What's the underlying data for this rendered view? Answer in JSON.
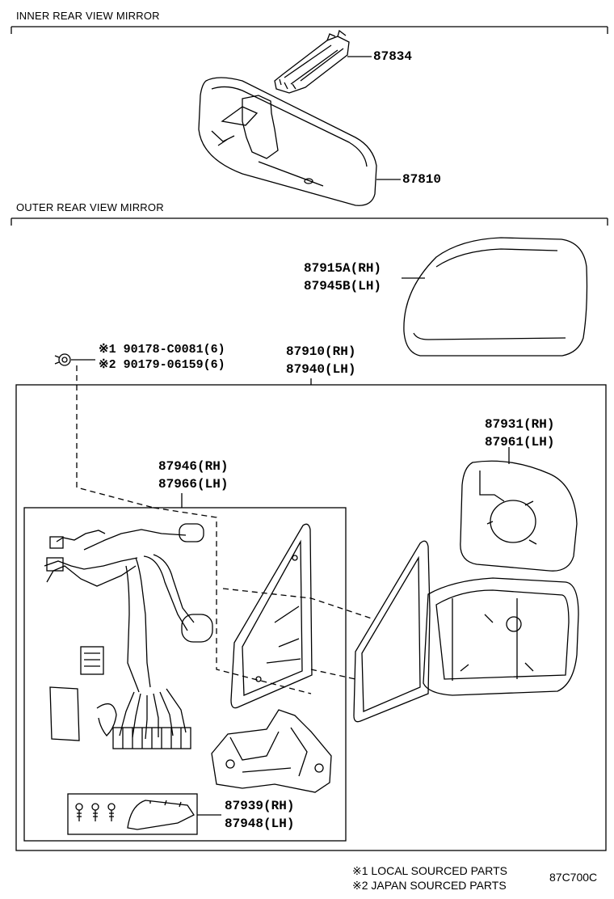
{
  "sections": {
    "inner_title": "INNER REAR VIEW MIRROR",
    "outer_title": "OUTER REAR VIEW MIRROR"
  },
  "parts": {
    "p87834": "87834",
    "p87810": "87810",
    "cover_rh": "87915A(RH)",
    "cover_lh": "87945B(LH)",
    "screw_1": "※1 90178-C0081(6)",
    "screw_2": "※2 90179-06159(6)",
    "assy_rh": "87910(RH)",
    "assy_lh": "87940(LH)",
    "glass_rh": "87931(RH)",
    "glass_lh": "87961(LH)",
    "harness_rh": "87946(RH)",
    "harness_lh": "87966(LH)",
    "lamp_rh": "87939(RH)",
    "lamp_lh": "87948(LH)"
  },
  "footer": {
    "note_1": "※1 LOCAL SOURCED PARTS",
    "note_2": "※2 JAPAN SOURCED PARTS",
    "diagram_code": "87C700C"
  }
}
